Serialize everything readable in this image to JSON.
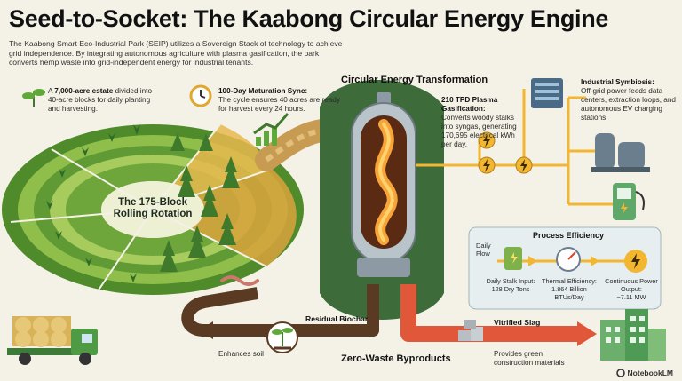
{
  "title": "Seed-to-Socket: The Kaabong Circular Energy Engine",
  "intro": "The Kaabong Smart Eco-Industrial Park (SEIP) utilizes a Sovereign Stack of technology to achieve grid independence. By integrating autonomous agriculture with plasma gasification, the park converts hemp waste into grid-independent energy for industrial tenants.",
  "estate": {
    "bold": "7,000-acre estate",
    "prefix": "A ",
    "rest": " divided into 40-acre blocks for daily planting and harvesting."
  },
  "maturation": {
    "bold": "100-Day Maturation Sync:",
    "text": "The cycle ensures 40 acres are ready for harvest every 24 hours."
  },
  "rotation": {
    "line1": "The 175-Block",
    "line2": "Rolling Rotation"
  },
  "transformation_heading": "Circular Energy Transformation",
  "plasma": {
    "bold": "210 TPD Plasma Gasification:",
    "text": "Converts woody stalks into syngas, generating 170,695 electrical kWh per day."
  },
  "symbiosis": {
    "bold": "Industrial Symbiosis:",
    "text": "Off-grid power feeds data centers, extraction loops, and autonomous EV charging stations."
  },
  "efficiency": {
    "heading": "Process Efficiency",
    "flow_label": "Daily Flow",
    "stalk_label": "Daily Stalk Input:",
    "stalk_value": "128 Dry Tons",
    "thermal_label": "Thermal Efficiency:",
    "thermal_value": "1.864 Billion BTUs/Day",
    "power_label": "Continuous Power Output:",
    "power_value": "~7.11 MW"
  },
  "biochar": {
    "label": "Residual Biochar",
    "text": "Enhances soil"
  },
  "slag": {
    "label": "Vitrified Slag",
    "text": "Provides green construction materials"
  },
  "byproducts_heading": "Zero-Waste Byproducts",
  "watermark": "NotebookLM",
  "colors": {
    "field_green": "#5f9a34",
    "dark_green": "#2f5a2b",
    "gasifier_green": "#3d6b3a",
    "slag_orange": "#e1573a",
    "biochar_brown": "#5a3a22",
    "power_yellow": "#f2b631",
    "panel_blue": "#e6eef0"
  }
}
